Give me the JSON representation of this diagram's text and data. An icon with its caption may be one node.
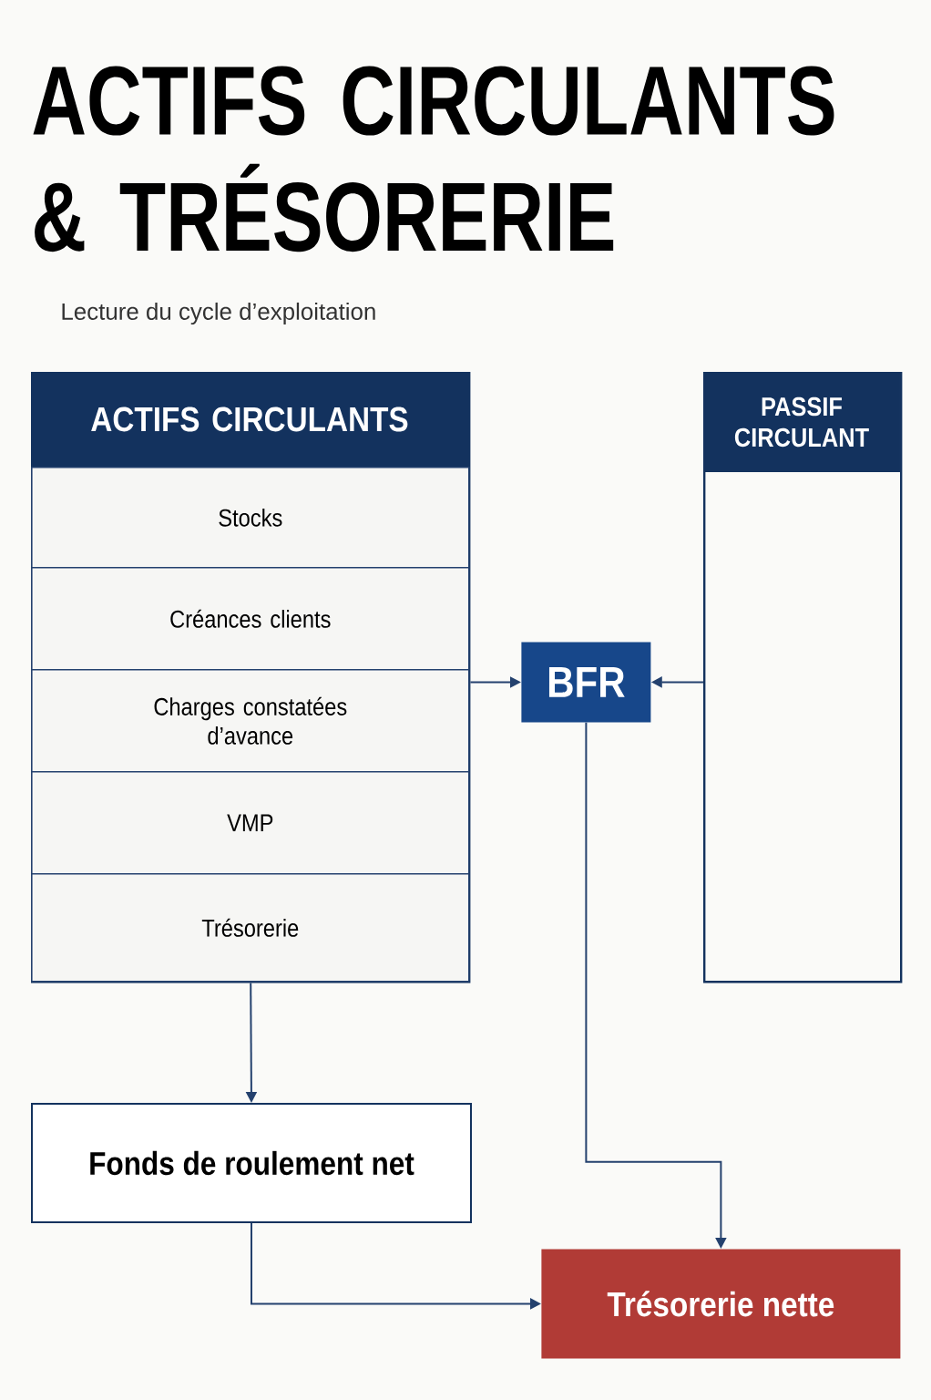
{
  "diagram": {
    "title": "ACTIFS CIRCULANTS & TRÉSORERIE",
    "nodes": [
      {
        "text": [
          "ACTIFS CIRCULANTS"
        ]
      },
      {
        "text": [
          "Stocks"
        ],
        "in": 0
      },
      {
        "text": [
          "Créances clients"
        ],
        "in": 0
      },
      {
        "text": [
          "Charges constatées d’avance"
        ],
        "in": 0
      },
      {
        "text": [
          "VMP"
        ],
        "in": 0
      },
      {
        "text": [
          "Trésorerie"
        ],
        "in": 0
      },
      {
        "text": [
          "PASSIF CIRCULANT"
        ]
      },
      {
        "text": [
          "BFR"
        ]
      },
      {
        "text": [
          "Fonds de roulement net"
        ]
      },
      {
        "text": [
          "Trésorerie nette"
        ]
      }
    ],
    "edges": [
      {
        "from": 0,
        "to": 7,
        "arrow": "to"
      },
      {
        "from": 6,
        "to": 7,
        "arrow": "to"
      },
      {
        "from": 0,
        "to": 8,
        "arrow": "to"
      },
      {
        "from": 7,
        "to": 9,
        "arrow": "to"
      },
      {
        "from": 8,
        "to": 9,
        "arrow": "to"
      }
    ],
    "labels": [
      "Lecture du cycle d’exploitation"
    ]
  }
}
